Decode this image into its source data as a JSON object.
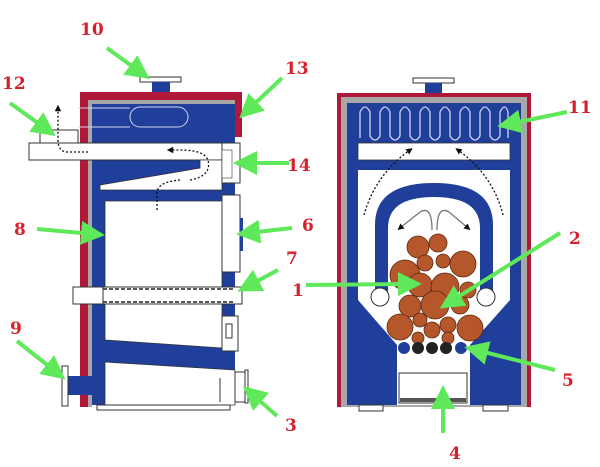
{
  "diagram": {
    "labels": {
      "l1": "1",
      "l2": "2",
      "l3": "3",
      "l4": "4",
      "l5": "5",
      "l6": "6",
      "l7": "7",
      "l8": "8",
      "l9": "9",
      "l10": "10",
      "l11": "11",
      "l12": "12",
      "l13": "13",
      "l14": "14"
    },
    "colors": {
      "water_jacket": "#1f3f9a",
      "outer_casing": "#b0183a",
      "insulation": "#a8a8a8",
      "fuel": "#b5562b",
      "arrow": "#5ee85a",
      "label": "#d8202c"
    }
  }
}
